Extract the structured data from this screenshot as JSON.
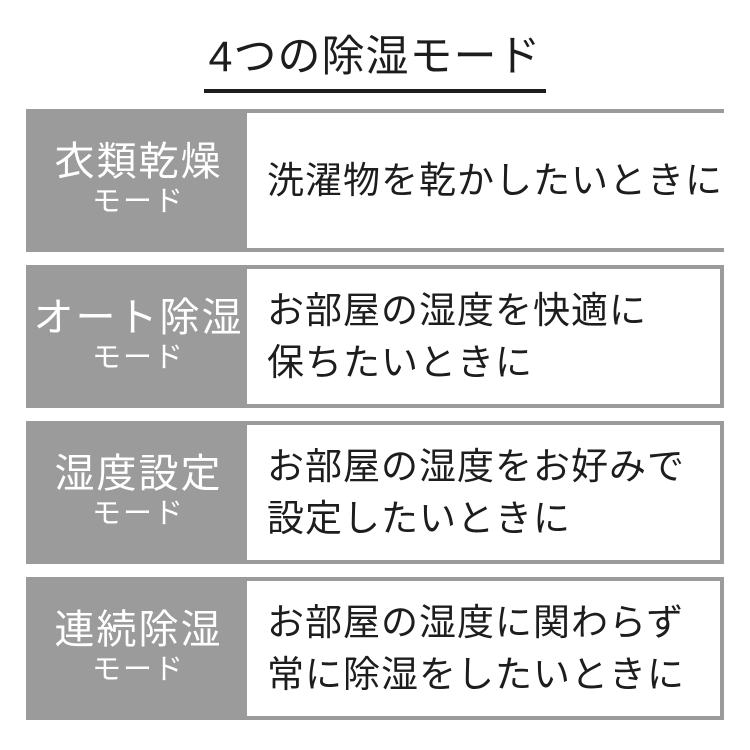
{
  "title": "4つの除湿モード",
  "colors": {
    "cell_gray": "#9b9b9b",
    "text_dark": "#1d1d1d",
    "background": "#ffffff",
    "mode_text": "#ffffff"
  },
  "modes": [
    {
      "name": "衣類乾燥",
      "suffix": "モード",
      "lines": [
        "洗濯物を乾かしたいときに"
      ]
    },
    {
      "name": "オート除湿",
      "suffix": "モード",
      "lines": [
        "お部屋の湿度を快適に",
        "保ちたいときに"
      ]
    },
    {
      "name": "湿度設定",
      "suffix": "モード",
      "lines": [
        "お部屋の湿度をお好みで",
        "設定したいときに"
      ]
    },
    {
      "name": "連続除湿",
      "suffix": "モード",
      "lines": [
        "お部屋の湿度に関わらず",
        "常に除湿をしたいときに"
      ]
    }
  ]
}
